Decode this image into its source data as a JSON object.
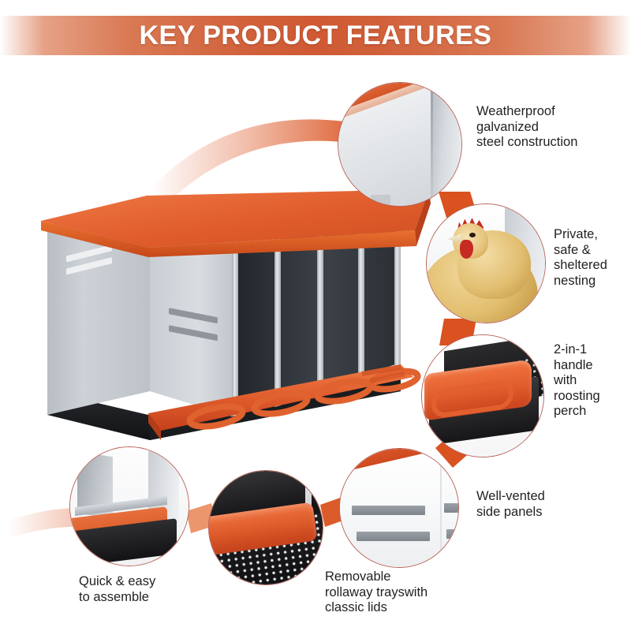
{
  "header": {
    "title": "KEY PRODUCT FEATURES",
    "banner_color_center": "#cf5a33",
    "banner_color_edge": "#ffffff",
    "title_color": "#ffffff"
  },
  "theme": {
    "accent_orange": "#e05c2c",
    "deep_orange": "#c4411b",
    "ribbon_orange": "#e0673a",
    "bubble_border": "#b8655a",
    "text_color": "#231f20",
    "steel_gray": "#c6cacf",
    "tray_black": "#17171a",
    "background": "#ffffff"
  },
  "product": {
    "name": "metal-nesting-box",
    "alt": "Galvanized steel chicken nesting box with orange sloped roof, four nesting compartments and orange rollaway egg trays",
    "compartments": 4,
    "roof_color": "#e05c2c",
    "body_color": "#c6cacf",
    "base_color": "#17171a",
    "vent_slots_per_panel": 2
  },
  "features": [
    {
      "id": "weatherproof",
      "label": "Weatherproof\ngalvanized\nsteel construction",
      "bubble_name": "bubble-weatherproof",
      "bubble_alt": "Close-up of galvanized steel panel edge with orange roof trim"
    },
    {
      "id": "private-nesting",
      "label": "Private,\nsafe &\nsheltered\nnesting",
      "bubble_name": "bubble-private-nesting",
      "bubble_alt": "Buff hen nesting inside a sheltered compartment"
    },
    {
      "id": "handle-perch",
      "label": "2-in-1\nhandle\nwith\nroosting\nperch",
      "bubble_name": "bubble-handle-perch",
      "bubble_alt": "Orange lid with integrated loop handle that doubles as a roosting perch"
    },
    {
      "id": "vented-panels",
      "label": "Well-vented\nside panels",
      "bubble_name": "bubble-vented-panels",
      "bubble_alt": "Close-up of gray ventilation slots on the white side panel"
    },
    {
      "id": "rollaway-trays",
      "label": "Removable\nrollaway trayswith\nclassic lids",
      "bubble_name": "bubble-rollaway-trays",
      "bubble_alt": "Orange rollaway tray lid over perforated black mesh floor"
    },
    {
      "id": "easy-assembly",
      "label": "Quick & easy\nto assemble",
      "bubble_name": "bubble-easy-assembly",
      "bubble_alt": "Assembled gray steel panels above an orange tray and black base"
    }
  ]
}
